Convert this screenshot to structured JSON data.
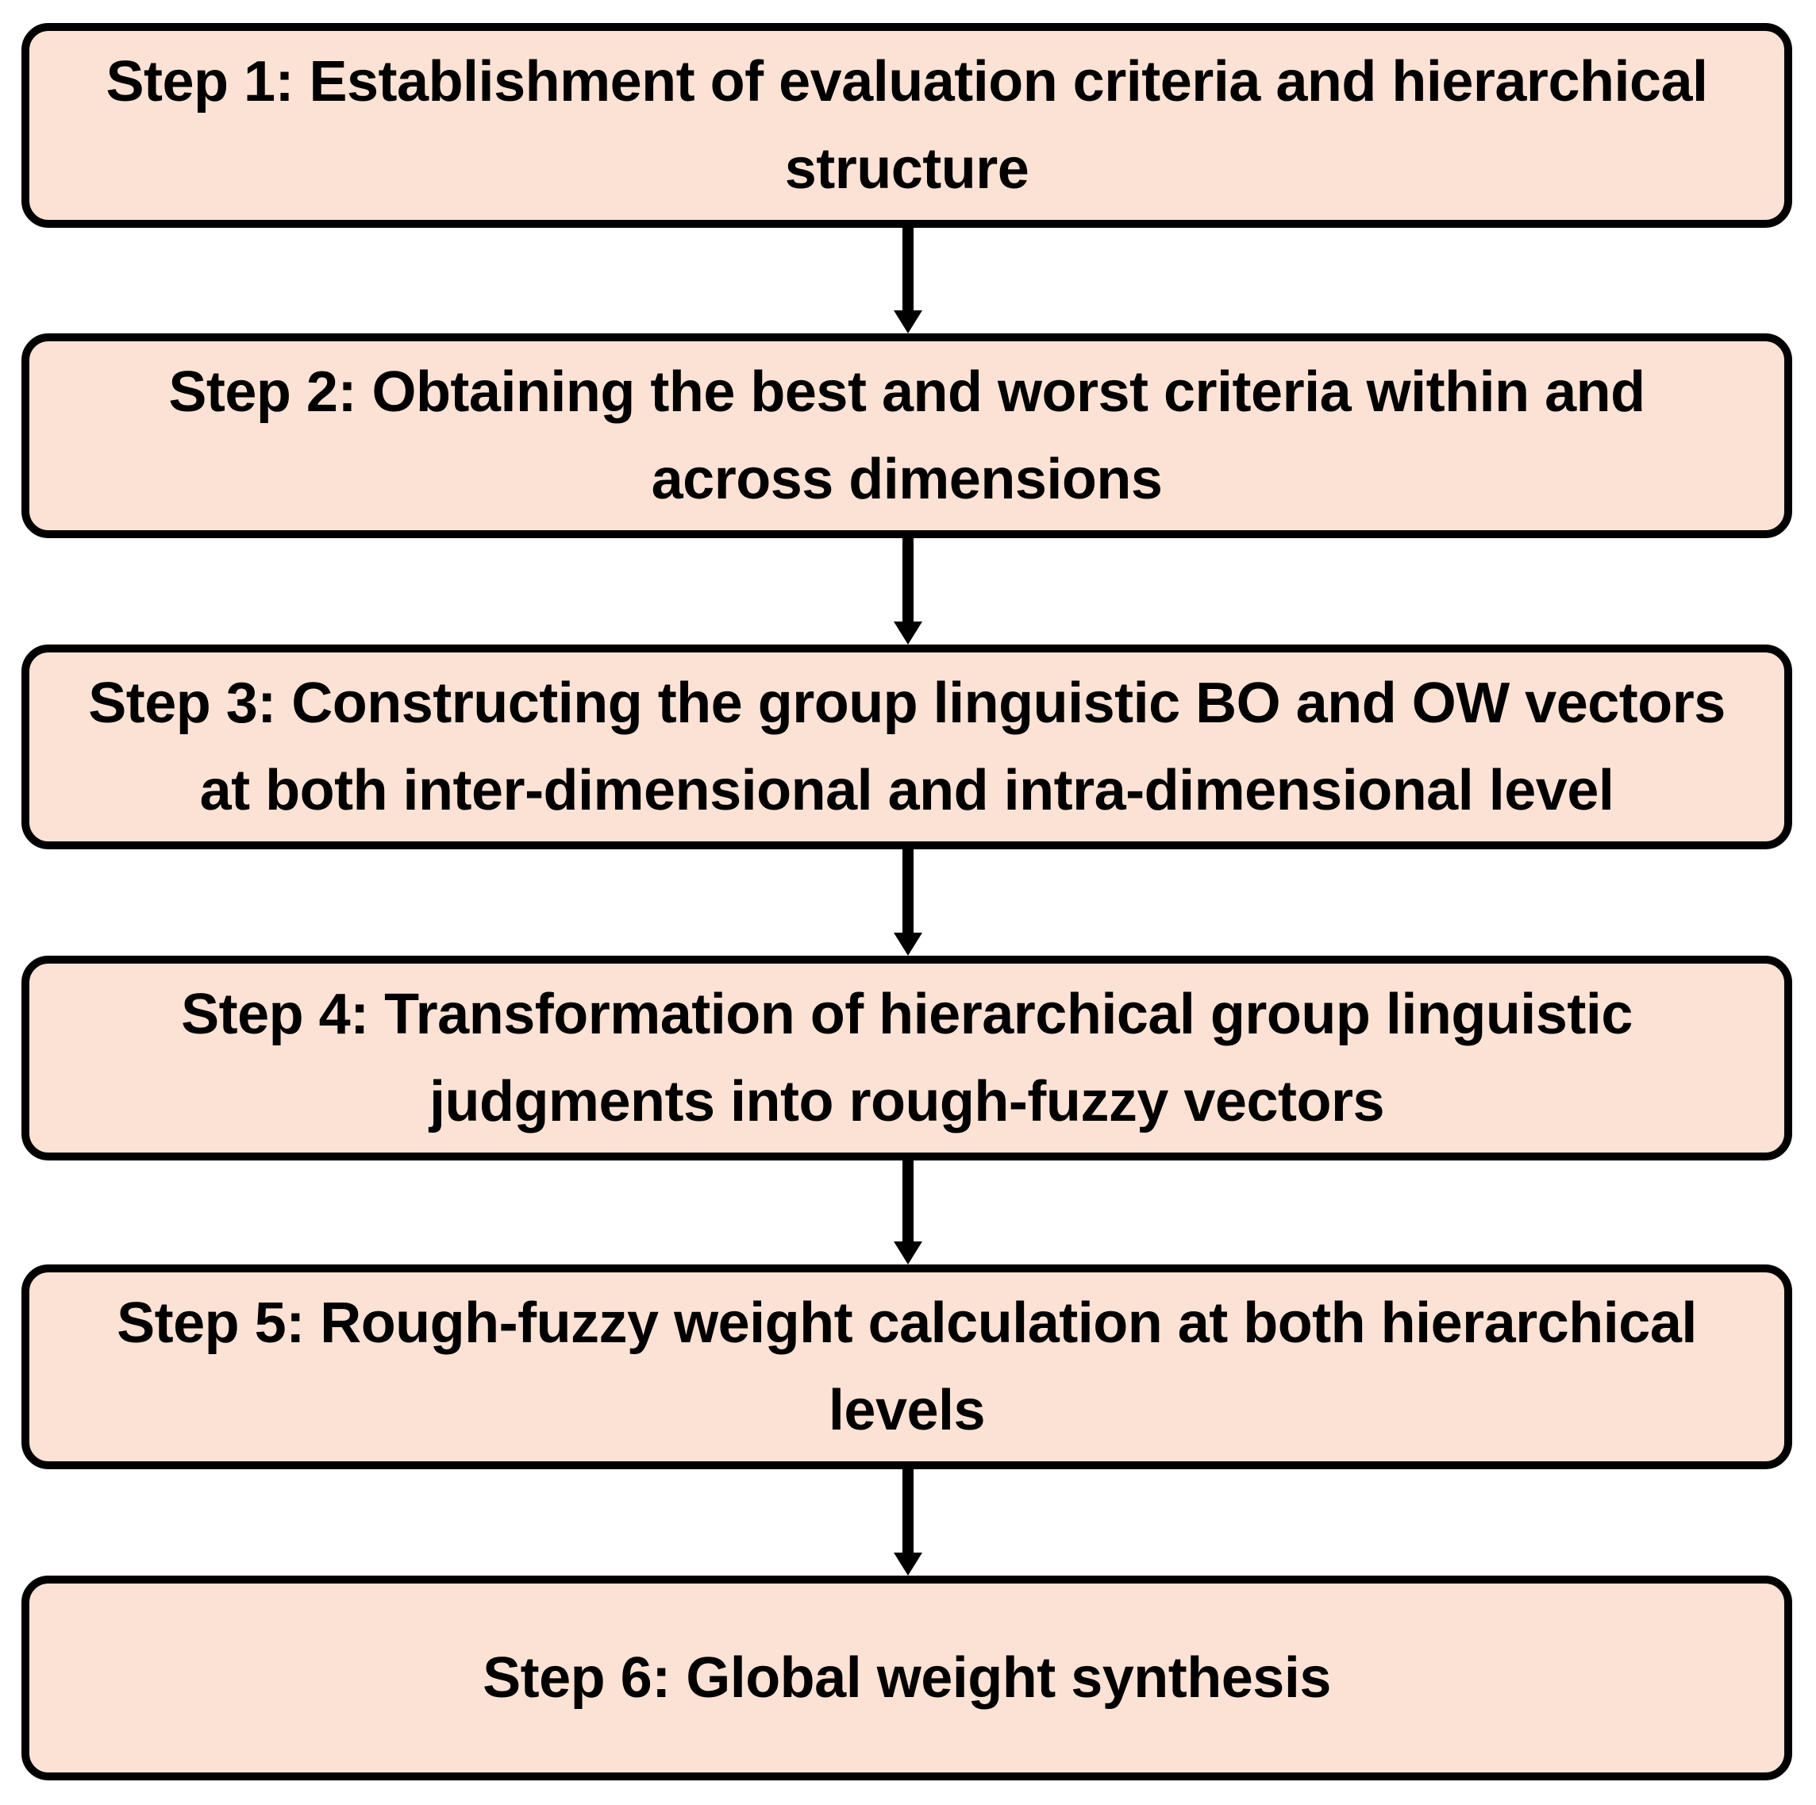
{
  "diagram": {
    "type": "flowchart",
    "orientation": "vertical",
    "title": "",
    "colors": {
      "node_fill": "#FCE2D4",
      "node_border": "#000000",
      "text": "#000000",
      "arrow": "#000000",
      "background": "#FFFFFF"
    },
    "nodes": [
      {
        "id": "step-1",
        "label": "Step 1: Establishment of evaluation criteria and hierarchical\nstructure",
        "shape": "rounded-rectangle"
      },
      {
        "id": "step-2",
        "label": "Step 2: Obtaining the best and worst criteria within and\nacross dimensions",
        "shape": "rounded-rectangle"
      },
      {
        "id": "step-3",
        "label": "Step 3: Constructing the group linguistic BO and OW vectors\nat both inter-dimensional and intra-dimensional level",
        "shape": "rounded-rectangle"
      },
      {
        "id": "step-4",
        "label": "Step 4: Transformation of hierarchical group linguistic\njudgments into rough-fuzzy vectors",
        "shape": "rounded-rectangle"
      },
      {
        "id": "step-5",
        "label": "Step 5: Rough-fuzzy weight calculation at both hierarchical\nlevels",
        "shape": "rounded-rectangle"
      },
      {
        "id": "step-6",
        "label": "Step 6: Global weight synthesis",
        "shape": "rounded-rectangle"
      }
    ],
    "edges": [
      {
        "id": "edge-1-2",
        "from": "step-1",
        "to": "step-2",
        "style": "solid-arrow-down"
      },
      {
        "id": "edge-2-3",
        "from": "step-2",
        "to": "step-3",
        "style": "solid-arrow-down"
      },
      {
        "id": "edge-3-4",
        "from": "step-3",
        "to": "step-4",
        "style": "solid-arrow-down"
      },
      {
        "id": "edge-4-5",
        "from": "step-4",
        "to": "step-5",
        "style": "solid-arrow-down"
      },
      {
        "id": "edge-5-6",
        "from": "step-5",
        "to": "step-6",
        "style": "solid-arrow-down"
      }
    ]
  }
}
